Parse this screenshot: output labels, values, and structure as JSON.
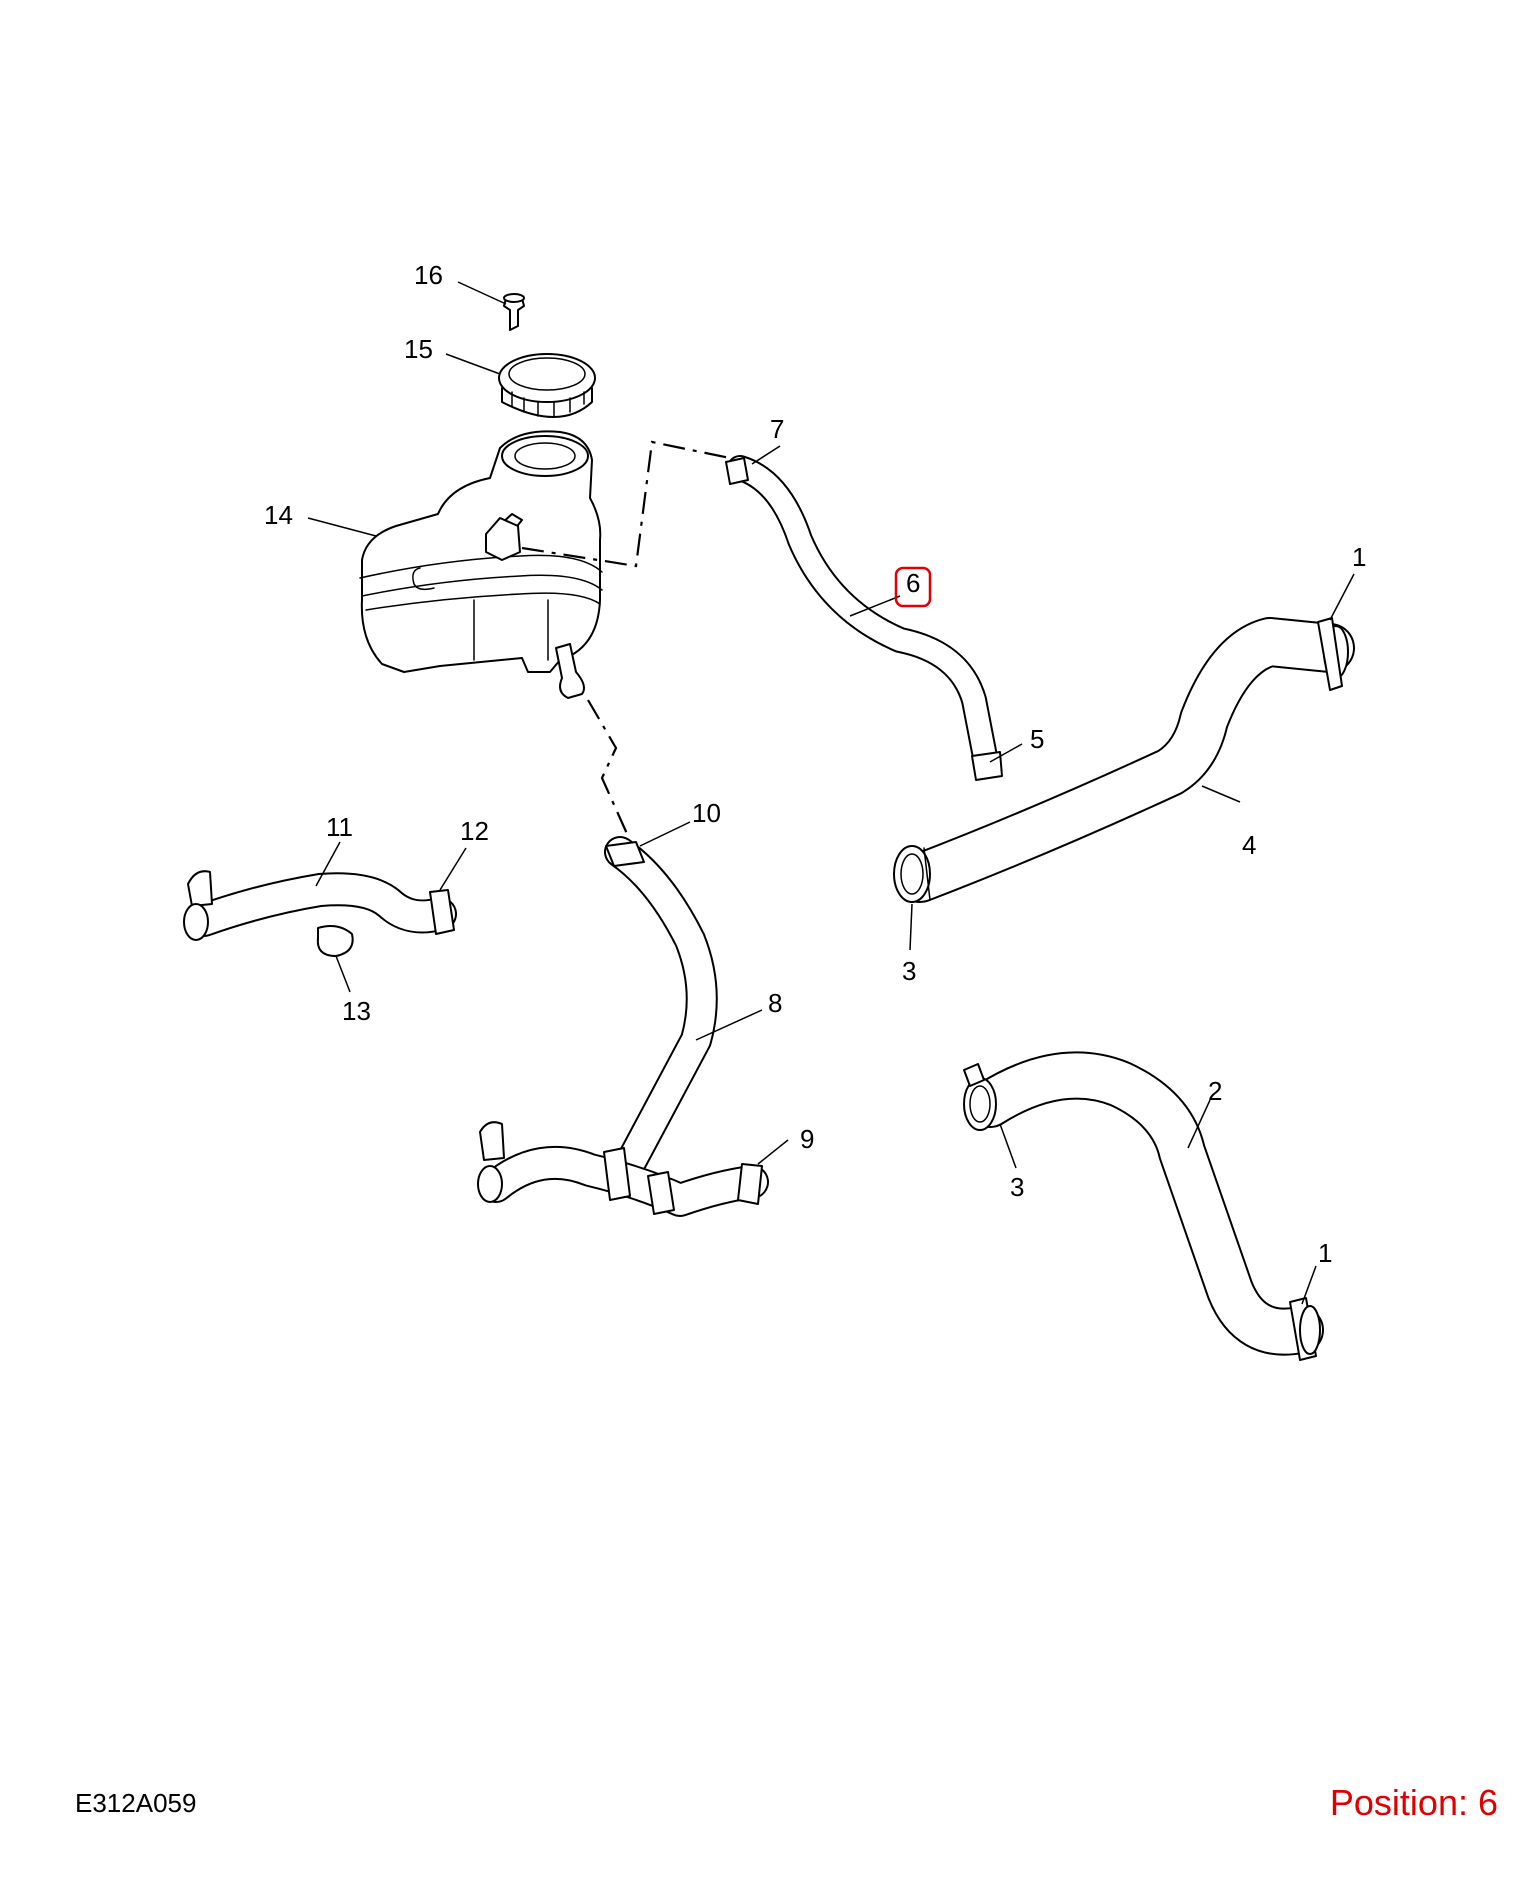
{
  "drawing_code": "E312A059",
  "position_label": "Position: 6",
  "colors": {
    "highlight": "#e00000",
    "line": "#000000",
    "background": "#ffffff"
  },
  "callouts": {
    "c1a": "1",
    "c1b": "1",
    "c2": "2",
    "c3a": "3",
    "c3b": "3",
    "c4": "4",
    "c5": "5",
    "c6": "6",
    "c7": "7",
    "c8": "8",
    "c9": "9",
    "c10": "10",
    "c11": "11",
    "c12": "12",
    "c13": "13",
    "c14": "14",
    "c15": "15",
    "c16": "16"
  }
}
